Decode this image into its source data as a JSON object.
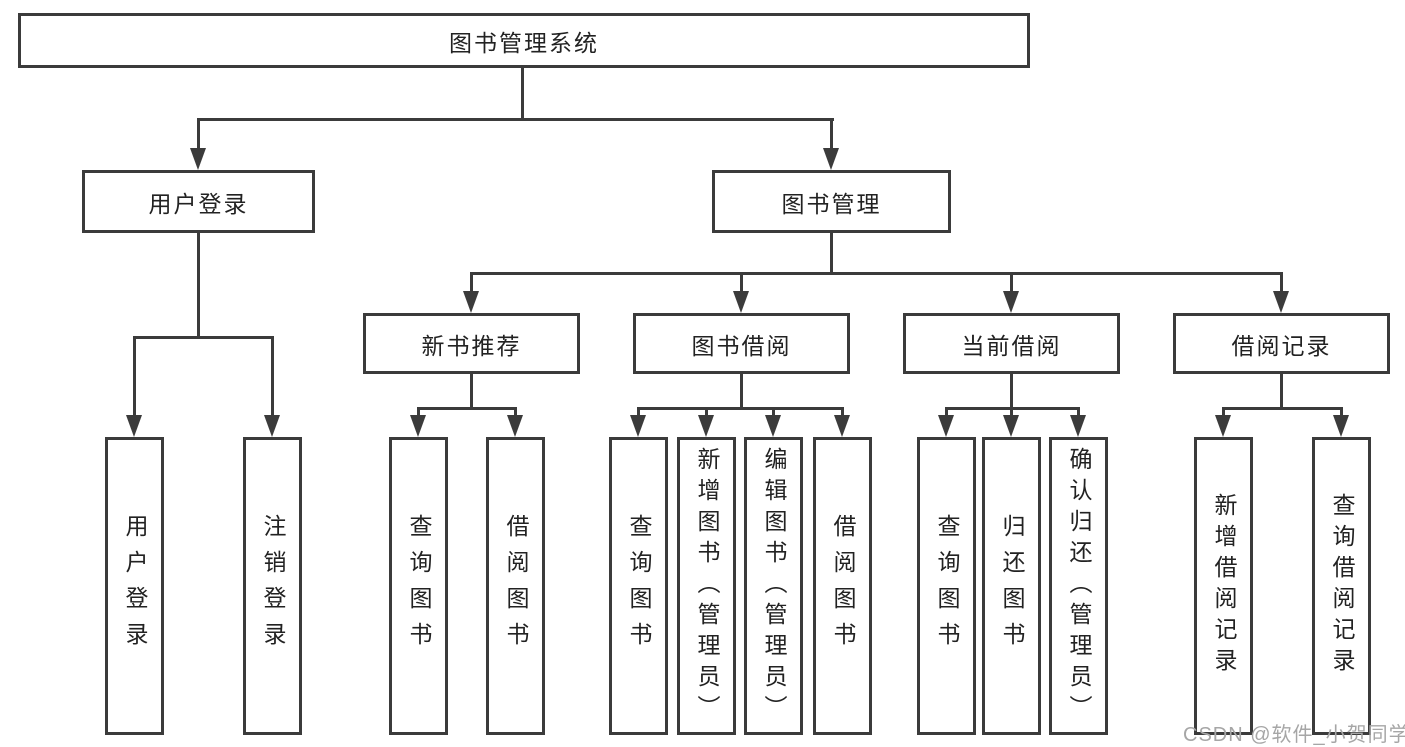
{
  "tree": {
    "root": {
      "label": "图书管理系统"
    },
    "branches": [
      {
        "label": "用户登录",
        "children": [
          {
            "label": "用户登录"
          },
          {
            "label": "注销登录"
          }
        ]
      },
      {
        "label": "图书管理",
        "groups": [
          {
            "label": "新书推荐",
            "children": [
              {
                "label": "查询图书"
              },
              {
                "label": "借阅图书"
              }
            ]
          },
          {
            "label": "图书借阅",
            "children": [
              {
                "label": "查询图书"
              },
              {
                "label": "新增图书（管理员）"
              },
              {
                "label": "编辑图书（管理员）"
              },
              {
                "label": "借阅图书"
              }
            ]
          },
          {
            "label": "当前借阅",
            "children": [
              {
                "label": "查询图书"
              },
              {
                "label": "归还图书"
              },
              {
                "label": "确认归还（管理员）"
              }
            ]
          },
          {
            "label": "借阅记录",
            "children": [
              {
                "label": "新增借阅记录"
              },
              {
                "label": "查询借阅记录"
              }
            ]
          }
        ]
      }
    ]
  },
  "watermark": {
    "text": "CSDN @软件_小贺同学"
  },
  "colors": {
    "line": "#3b3b3b",
    "text": "#222222",
    "watermark": "#a6a6a6",
    "background": "#ffffff"
  }
}
